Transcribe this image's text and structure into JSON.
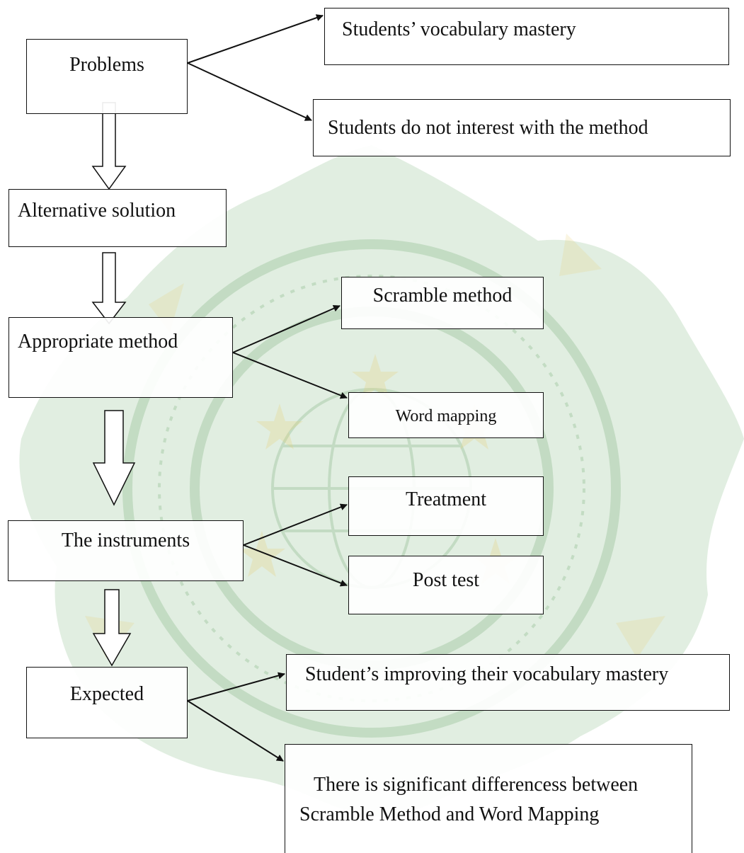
{
  "diagram": {
    "problems": "Problems",
    "vocabulary_mastery": "Students’ vocabulary mastery",
    "not_interest": "Students do not interest with the method",
    "alternative_solution": "Alternative solution",
    "appropriate_method": "Appropriate method",
    "scramble_method": "Scramble method",
    "word_mapping": "Word mapping",
    "the_instruments": "The instruments",
    "treatment": "Treatment",
    "post_test": "Post test",
    "expected": "Expected",
    "improving": "Student’s improving their vocabulary mastery",
    "difference_line1": "There is significant differencess between",
    "difference_line2": "Scramble Method and Word Mapping"
  },
  "colors": {
    "watermark_green": "#5aa05a",
    "watermark_yellow": "#e6d27a",
    "line": "#111111"
  }
}
